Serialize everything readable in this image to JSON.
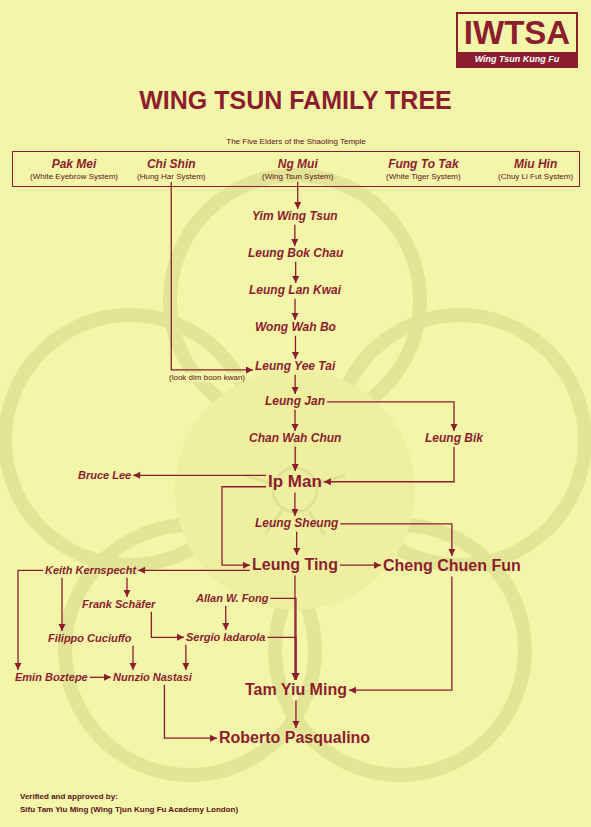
{
  "diagram": {
    "title": "WING TSUN FAMILY TREE",
    "nodes": [
      {
        "text": [
          "IWTSA",
          "Wing Tsun Kung Fu"
        ]
      },
      {
        "text": [
          "The Five Elders of the Shaoling Temple"
        ]
      },
      {
        "text": [
          "Pak Mei",
          "(White Eyebrow System)"
        ],
        "in": 1
      },
      {
        "text": [
          "Chi Shin",
          "(Hung Har System)"
        ],
        "in": 1
      },
      {
        "text": [
          "Ng Mui",
          "(Wing Tsun System)"
        ],
        "in": 1
      },
      {
        "text": [
          "Fung To Tak",
          "(White Tiger System)"
        ],
        "in": 1
      },
      {
        "text": [
          "Miu Hin",
          "(Chuy Li Fut System)"
        ],
        "in": 1
      },
      {
        "text": [
          "Yim Wing Tsun"
        ]
      },
      {
        "text": [
          "Leung Bok Chau"
        ]
      },
      {
        "text": [
          "Leung Lan Kwai"
        ]
      },
      {
        "text": [
          "Wong Wah Bo"
        ]
      },
      {
        "text": [
          "Leung Yee Tai"
        ]
      },
      {
        "text": [
          "Leung Jan"
        ]
      },
      {
        "text": [
          "Chan Wah Chun"
        ]
      },
      {
        "text": [
          "Leung Bik"
        ]
      },
      {
        "text": [
          "Bruce Lee"
        ]
      },
      {
        "text": [
          "Ip Man"
        ]
      },
      {
        "text": [
          "Leung Sheung"
        ]
      },
      {
        "text": [
          "Leung Ting"
        ]
      },
      {
        "text": [
          "Cheng Chuen Fun"
        ]
      },
      {
        "text": [
          "Keith Kernspecht"
        ]
      },
      {
        "text": [
          "Frank Schäfer"
        ]
      },
      {
        "text": [
          "Allan W. Fong"
        ]
      },
      {
        "text": [
          "Filippo Cuciuffo"
        ]
      },
      {
        "text": [
          "Sergio Iadarola"
        ]
      },
      {
        "text": [
          "Emin Boztepe"
        ]
      },
      {
        "text": [
          "Nunzio Nastasi"
        ]
      },
      {
        "text": [
          "Tam Yiu Ming"
        ]
      },
      {
        "text": [
          "Roberto Pasqualino"
        ]
      }
    ],
    "edges": [
      {
        "from": 4,
        "to": 7,
        "arrow": "to"
      },
      {
        "from": 3,
        "to": 11,
        "arrow": "to",
        "label": "(look dim boon kwan)"
      },
      {
        "from": 7,
        "to": 8,
        "arrow": "to"
      },
      {
        "from": 8,
        "to": 9,
        "arrow": "to"
      },
      {
        "from": 9,
        "to": 10,
        "arrow": "to"
      },
      {
        "from": 10,
        "to": 11,
        "arrow": "to"
      },
      {
        "from": 11,
        "to": 12,
        "arrow": "to"
      },
      {
        "from": 12,
        "to": 13,
        "arrow": "to"
      },
      {
        "from": 12,
        "to": 14,
        "arrow": "to"
      },
      {
        "from": 13,
        "to": 16,
        "arrow": "to"
      },
      {
        "from": 14,
        "to": 16,
        "arrow": "to"
      },
      {
        "from": 16,
        "to": 15,
        "arrow": "to"
      },
      {
        "from": 16,
        "to": 17,
        "arrow": "to"
      },
      {
        "from": 16,
        "to": 18,
        "arrow": "to"
      },
      {
        "from": 17,
        "to": 18,
        "arrow": "to"
      },
      {
        "from": 17,
        "to": 19,
        "arrow": "to"
      },
      {
        "from": 18,
        "to": 19,
        "arrow": "to"
      },
      {
        "from": 18,
        "to": 20,
        "arrow": "to"
      },
      {
        "from": 20,
        "to": 21,
        "arrow": "to"
      },
      {
        "from": 20,
        "to": 23,
        "arrow": "to"
      },
      {
        "from": 20,
        "to": 25,
        "arrow": "to"
      },
      {
        "from": 21,
        "to": 24,
        "arrow": "to"
      },
      {
        "from": 22,
        "to": 24,
        "arrow": "to"
      },
      {
        "from": 22,
        "to": 27,
        "arrow": "to"
      },
      {
        "from": 24,
        "to": 27,
        "arrow": "to"
      },
      {
        "from": 24,
        "to": 26,
        "arrow": "to"
      },
      {
        "from": 23,
        "to": 26,
        "arrow": "to"
      },
      {
        "from": 25,
        "to": 26,
        "arrow": "to"
      },
      {
        "from": 26,
        "to": 28,
        "arrow": "to"
      },
      {
        "from": 18,
        "to": 27,
        "arrow": "to"
      },
      {
        "from": 19,
        "to": 27,
        "arrow": "to"
      },
      {
        "from": 27,
        "to": 28,
        "arrow": "to"
      }
    ],
    "labels": [
      "Verified and approved by:",
      "Sifu Tam Yiu Ming (Wing Tjun Kung Fu Academy London)"
    ]
  }
}
